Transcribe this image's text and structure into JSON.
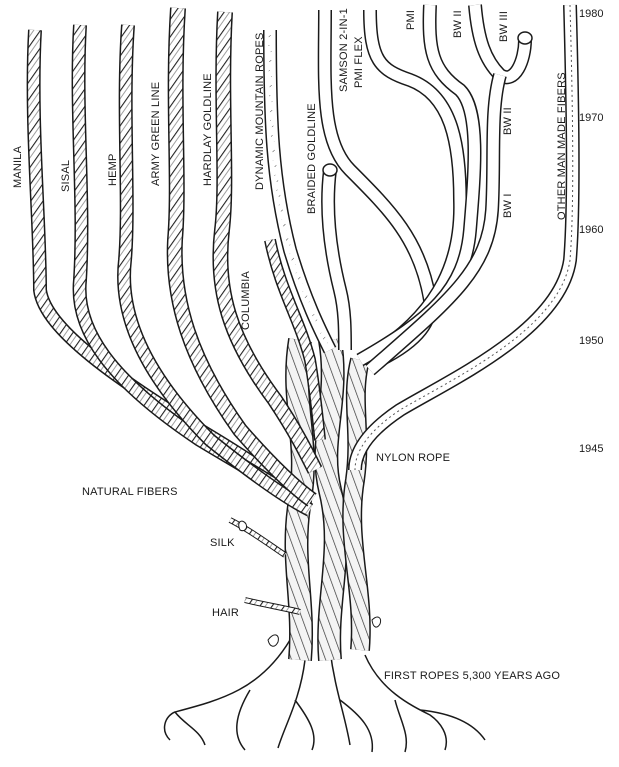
{
  "years": [
    "1980",
    "1970",
    "1960",
    "1950",
    "1945"
  ],
  "branch_labels": {
    "manila": "MANILA",
    "sisal": "SISAL",
    "hemp": "HEMP",
    "army_green_line": "ARMY GREEN LINE",
    "hardlay_goldline": "HARDLAY GOLDLINE",
    "dynamic_mountain_ropes": "DYNAMIC MOUNTAIN ROPES",
    "columbia": "COLUMBIA",
    "braided_goldline": "BRAIDED GOLDLINE",
    "samson": "SAMSON 2-IN-1",
    "pmi_flex": "PMI FLEX",
    "pmi": "PMI",
    "bw_ii_top": "BW II",
    "bw_iii": "BW III",
    "bw_ii": "BW II",
    "bw_i": "BW I",
    "other_man_made": "OTHER MAN MADE FIBERS"
  },
  "trunk_labels": {
    "nylon_rope": "NYLON ROPE",
    "natural_fibers": "NATURAL FIBERS",
    "silk": "SILK",
    "hair": "HAIR",
    "first_ropes": "FIRST ROPES 5,300 YEARS AGO"
  },
  "colors": {
    "ink": "#1a1a1a",
    "paper": "#ffffff",
    "shade": "#555555"
  }
}
